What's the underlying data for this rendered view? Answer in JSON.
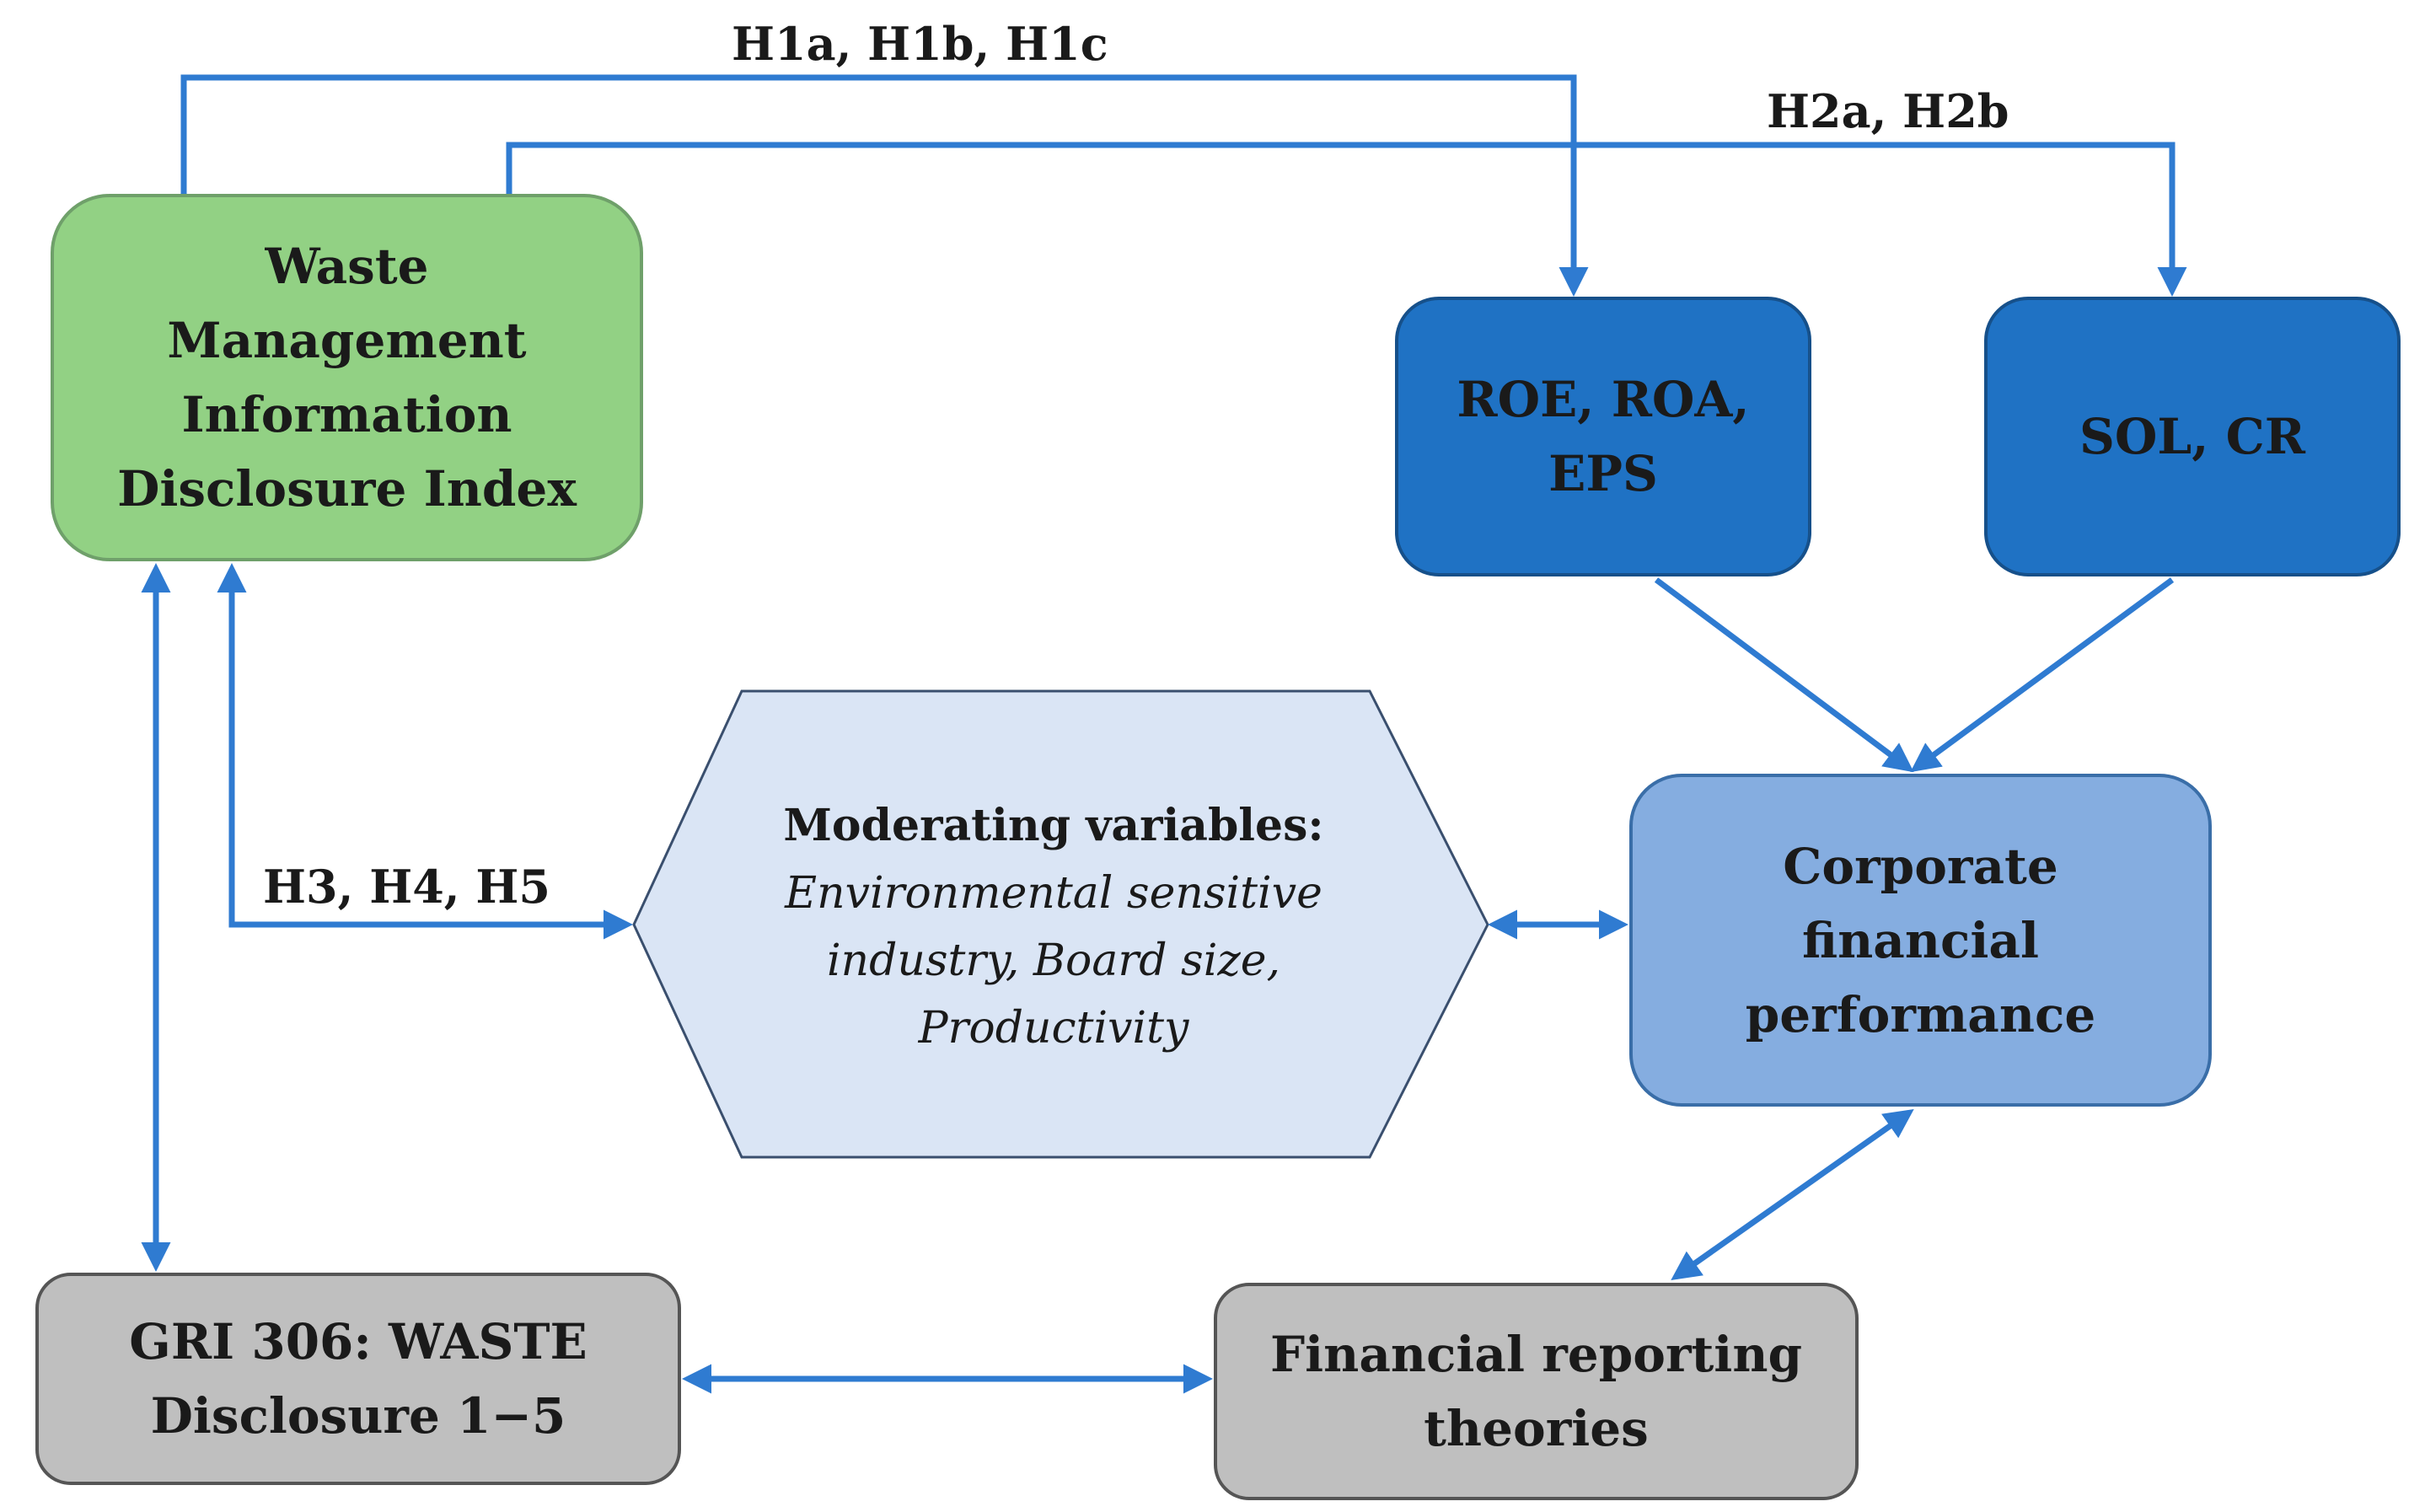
{
  "colors": {
    "arrow": "#2f7bd1",
    "waste_index_fill": "#92d184",
    "profitability_fill": "#1f72c4",
    "solvency_fill": "#1f72c4",
    "performance_fill": "#85ade0",
    "moderator_fill": "#dae5f5",
    "gri_fill": "#bfbfbf",
    "theories_fill": "#bfbfbf"
  },
  "nodes": {
    "waste_index": {
      "lines": [
        "Waste",
        "Management",
        "Information",
        "Disclosure Index"
      ]
    },
    "profitability": {
      "lines": [
        "ROE, ROA,",
        "EPS"
      ]
    },
    "solvency": {
      "lines": [
        "SOL, CR"
      ]
    },
    "performance": {
      "lines": [
        "Corporate",
        "financial",
        "performance"
      ]
    },
    "moderators": {
      "title": "Moderating variables:",
      "lines": [
        "Environmental sensitive",
        "industry, Board size,",
        "Productivity"
      ]
    },
    "gri": {
      "lines": [
        "GRI 306: WASTE",
        "Disclosure 1−5"
      ]
    },
    "theories": {
      "lines": [
        "Financial reporting",
        "theories"
      ]
    }
  },
  "hypotheses": {
    "h1": "H1a, H1b, H1c",
    "h2": "H2a, H2b",
    "h3": "H3, H4, H5"
  }
}
